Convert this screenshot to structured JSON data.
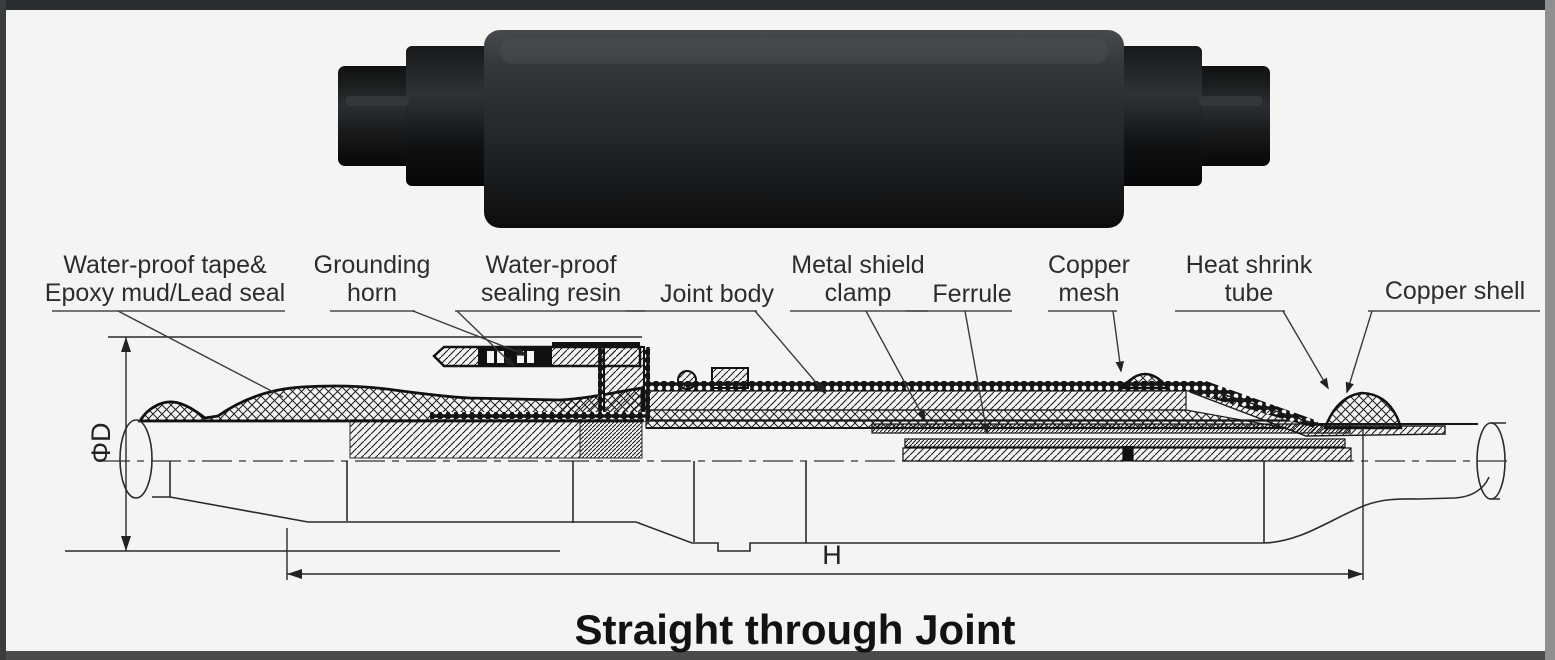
{
  "title": "Straight through Joint",
  "diagram": {
    "callouts": [
      {
        "line1": "Water-proof tape&",
        "line2": "Epoxy mud/Lead seal"
      },
      {
        "line1": "Grounding",
        "line2": "horn"
      },
      {
        "line1": "Water-proof",
        "line2": "sealing resin"
      },
      {
        "line1": "Joint body",
        "line2": ""
      },
      {
        "line1": "Metal shield",
        "line2": "clamp"
      },
      {
        "line1": "Ferrule",
        "line2": ""
      },
      {
        "line1": "Copper",
        "line2": "mesh"
      },
      {
        "line1": "Heat shrink",
        "line2": "tube"
      },
      {
        "line1": "Copper shell",
        "line2": ""
      }
    ],
    "dimensions": {
      "diameter": "ΦD",
      "length": "H"
    }
  },
  "colors": {
    "background": "#f4f4f2",
    "line": "#2b2b2b",
    "top_bar": "#2b2e30",
    "bottom_bar": "#4b4b4b",
    "right_strip": "#8f8f8f",
    "product_body": "#26292b"
  }
}
